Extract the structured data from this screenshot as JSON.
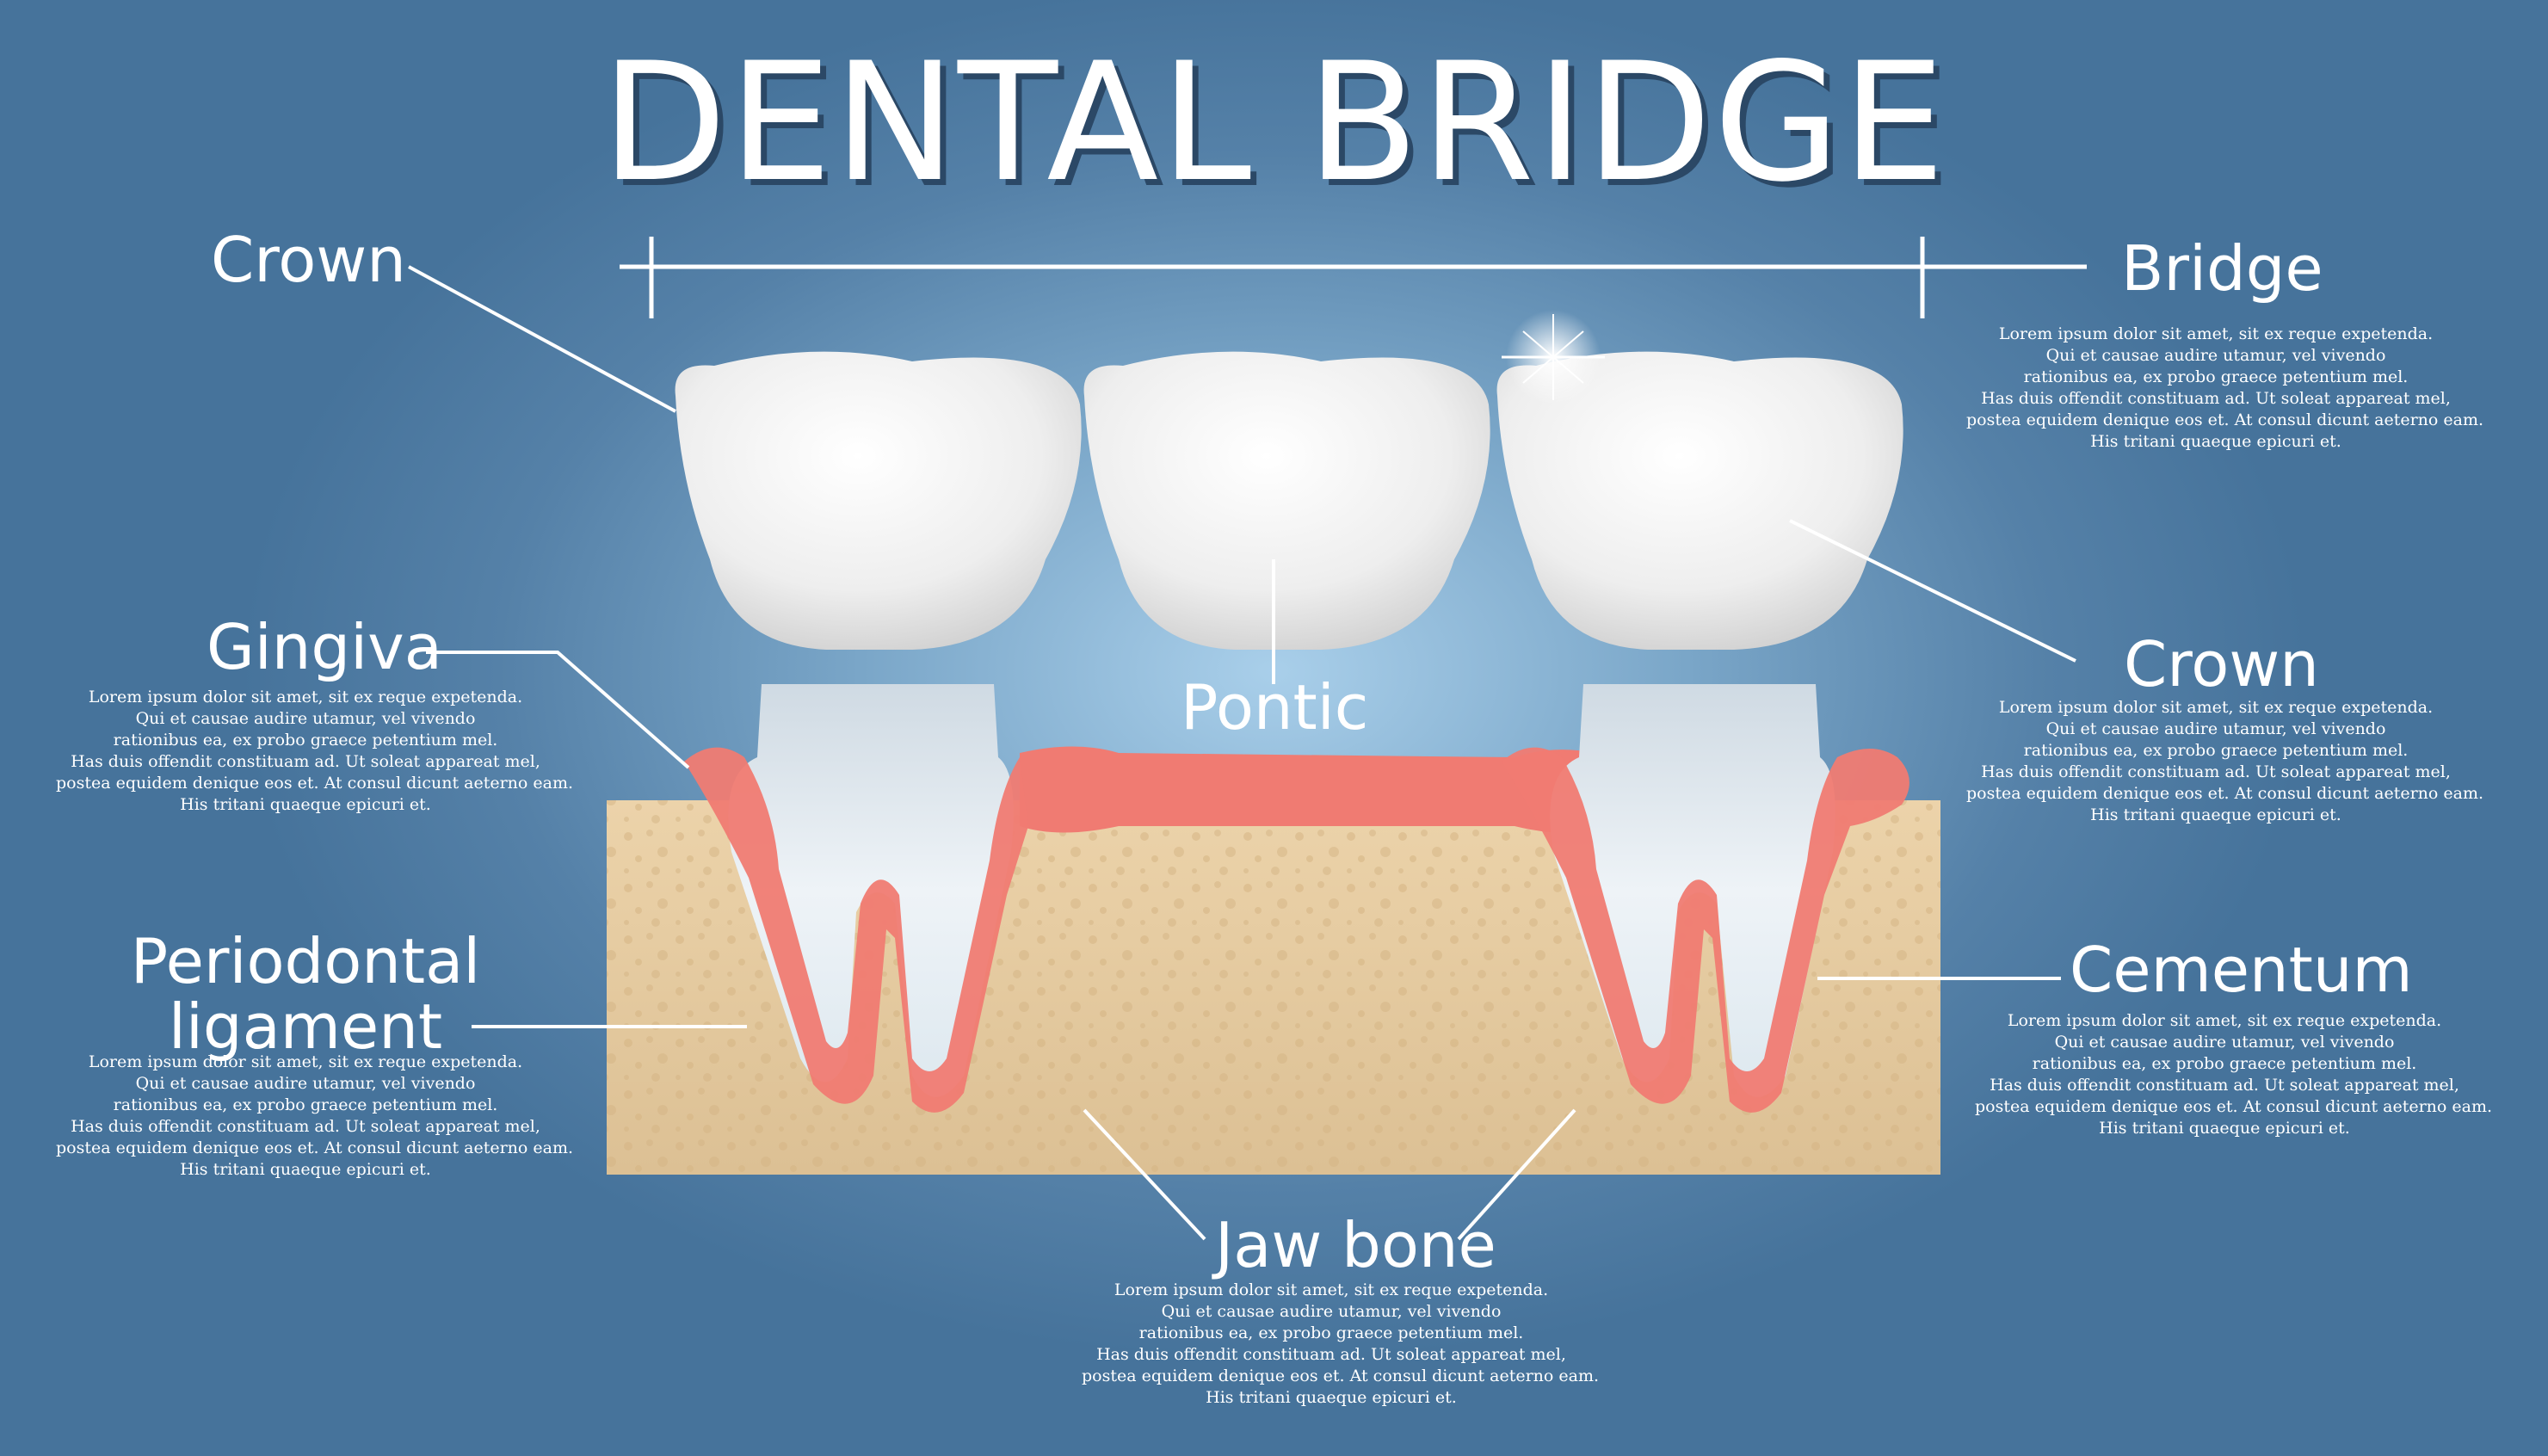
{
  "title": "DENTAL BRIDGE",
  "labels": {
    "crown_top": "Crown",
    "bridge": "Bridge",
    "gingiva": "Gingiva",
    "pontic": "Pontic",
    "crown_right": "Crown",
    "periodontal_line1": "Periodontal",
    "periodontal_line2": "ligament",
    "cementum": "Cementum",
    "jaw_bone": "Jaw bone"
  },
  "description_lines": [
    "Lorem ipsum dolor sit amet, sit ex reque expetenda.",
    "Qui et causae audire utamur, vel vivendo",
    "rationibus ea, ex probo graece petentium mel.",
    "Has duis offendit constituam ad. Ut soleat appareat mel,",
    "postea equidem denique eos et. At consul dicunt aeterno eam.",
    "His tritani quaeque epicuri et."
  ],
  "colors": {
    "background": "#5f8cb3",
    "gum": "#f07b72",
    "bone": "#e6c99c",
    "tooth": "#f2f2f2",
    "root": "#d9e6ef"
  }
}
